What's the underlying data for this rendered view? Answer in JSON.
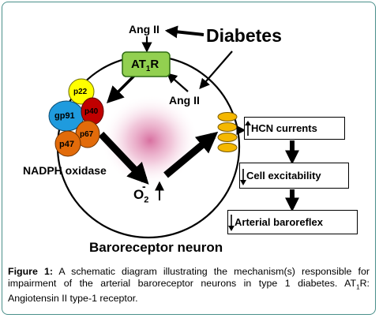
{
  "diagram": {
    "ang_top": "Ang II",
    "diabetes": "Diabetes",
    "at1r": "AT",
    "at1r_sub": "1",
    "at1r_tail": "R",
    "ang_right": "Ang II",
    "subunits": {
      "p22": "p22",
      "gp91": "gp91",
      "p40": "p40",
      "p67": "p67",
      "p47": "p47"
    },
    "nadph": "NADPH oxidase",
    "o2": "O",
    "o2_sub": "2",
    "o2_sup": "-",
    "neuron": "Baroreceptor neuron",
    "boxes": [
      {
        "label": "HCN currents",
        "direction": "up"
      },
      {
        "label": "Cell excitability",
        "direction": "down"
      },
      {
        "label": "Arterial baroreflex",
        "direction": "down"
      }
    ],
    "colors": {
      "at1r_fill": "#92d050",
      "p22": "#ffff00",
      "gp91": "#1f9bde",
      "p40": "#c00000",
      "p67": "#e26b0a",
      "p47": "#e26b0a",
      "channel": "#f5b800",
      "glow": "#d6689b"
    }
  },
  "caption": {
    "label": "Figure 1:",
    "text_1": " A schematic diagram illustrating the mechanism(s) responsible for impairment of the arterial baroreceptor neurons in type 1 diabetes. AT",
    "sub": "1",
    "text_2": "R: Angiotensin II type-1 receptor."
  }
}
